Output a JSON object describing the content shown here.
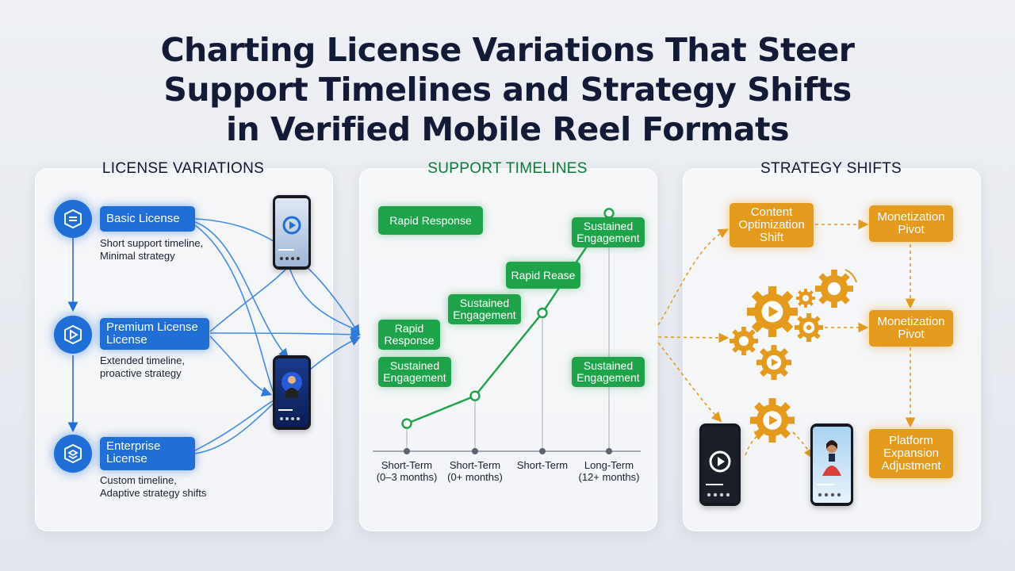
{
  "title": {
    "line1": "Charting License Variations That Steer",
    "line2": "Support Timelines and Strategy Shifts",
    "line3": "in Verified Mobile Reel Formats"
  },
  "panels": {
    "license": "LICENSE VARIATIONS",
    "support": "SUPPORT TIMELINES",
    "strategy": "STRATEGY SHIFTS"
  },
  "licenses": [
    {
      "label": "Basic License",
      "desc1": "Short support timeline,",
      "desc2": "Minimal strategy"
    },
    {
      "label": "Premium License License",
      "desc1": "Extended timeline,",
      "desc2": "proactive strategy"
    },
    {
      "label": "Enterprise License",
      "desc1": "Custom timeline,",
      "desc2": "Adaptive strategy shifts"
    }
  ],
  "support_boxes": {
    "rapid_response_top": "Rapid Response",
    "sustained_top_right": "Sustained Engagement",
    "rapid_rease": "Rapid Rease",
    "sustained_mid": "Sustained Engagement",
    "rapid_response_left": "Rapid Response",
    "sustained_left": "Sustained Engagement",
    "sustained_right": "Sustained Engagement"
  },
  "chart_data": {
    "type": "line",
    "categories": [
      "Short-Term (0–3 months)",
      "Short-Term (0+ months)",
      "Short-Term",
      "Long-Term (12+ months)"
    ],
    "x_labels": [
      {
        "line1": "Short-Term",
        "line2": "(0–3 months)"
      },
      {
        "line1": "Short-Term",
        "line2": "(0+ months)"
      },
      {
        "line1": "Short-Term",
        "line2": ""
      },
      {
        "line1": "Long-Term",
        "line2": "(12+ months)"
      }
    ],
    "values": [
      1,
      2,
      5,
      8.6
    ],
    "ylim": [
      0,
      10
    ],
    "line_color": "#1ea34a"
  },
  "strategy_boxes": {
    "content_opt": "Content Optimization Shift",
    "monetization_top": "Monetization Pivot",
    "monetization_mid": "Monetization Pivot",
    "platform": "Platform Expansion Adjustment"
  },
  "colors": {
    "blue": "#1f6fd6",
    "green": "#1ea34a",
    "orange": "#e39a1d",
    "title": "#121a35"
  }
}
